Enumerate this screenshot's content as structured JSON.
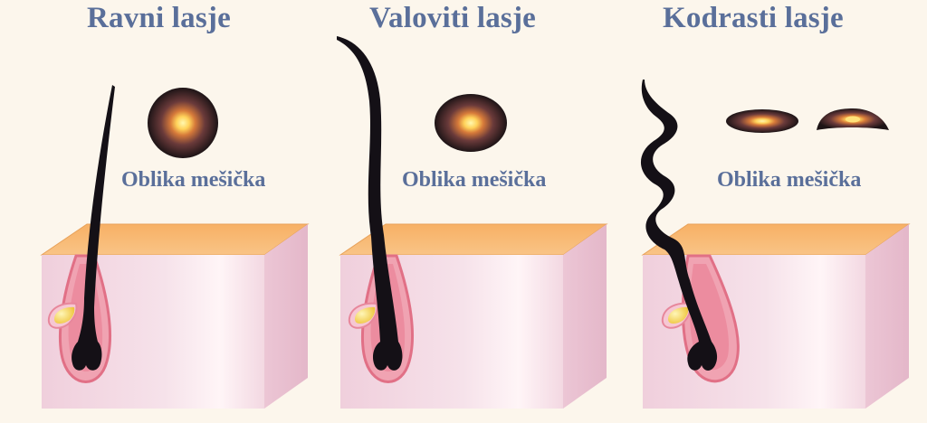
{
  "panels": [
    {
      "title": "Ravni lasje",
      "follicle_label": "Oblika mešička"
    },
    {
      "title": "Valoviti lasje",
      "follicle_label": "Oblika mešička"
    },
    {
      "title": "Kodrasti lasje",
      "follicle_label": "Oblika mešička"
    }
  ],
  "colors": {
    "background": "#fcf6ec",
    "title_text": "#5a6f9a",
    "skin_top": "#f6b56a",
    "skin_front": "#f2d6e0",
    "follicle": "#e8768a",
    "hair": "#141016",
    "gland": "#f3d54a"
  }
}
